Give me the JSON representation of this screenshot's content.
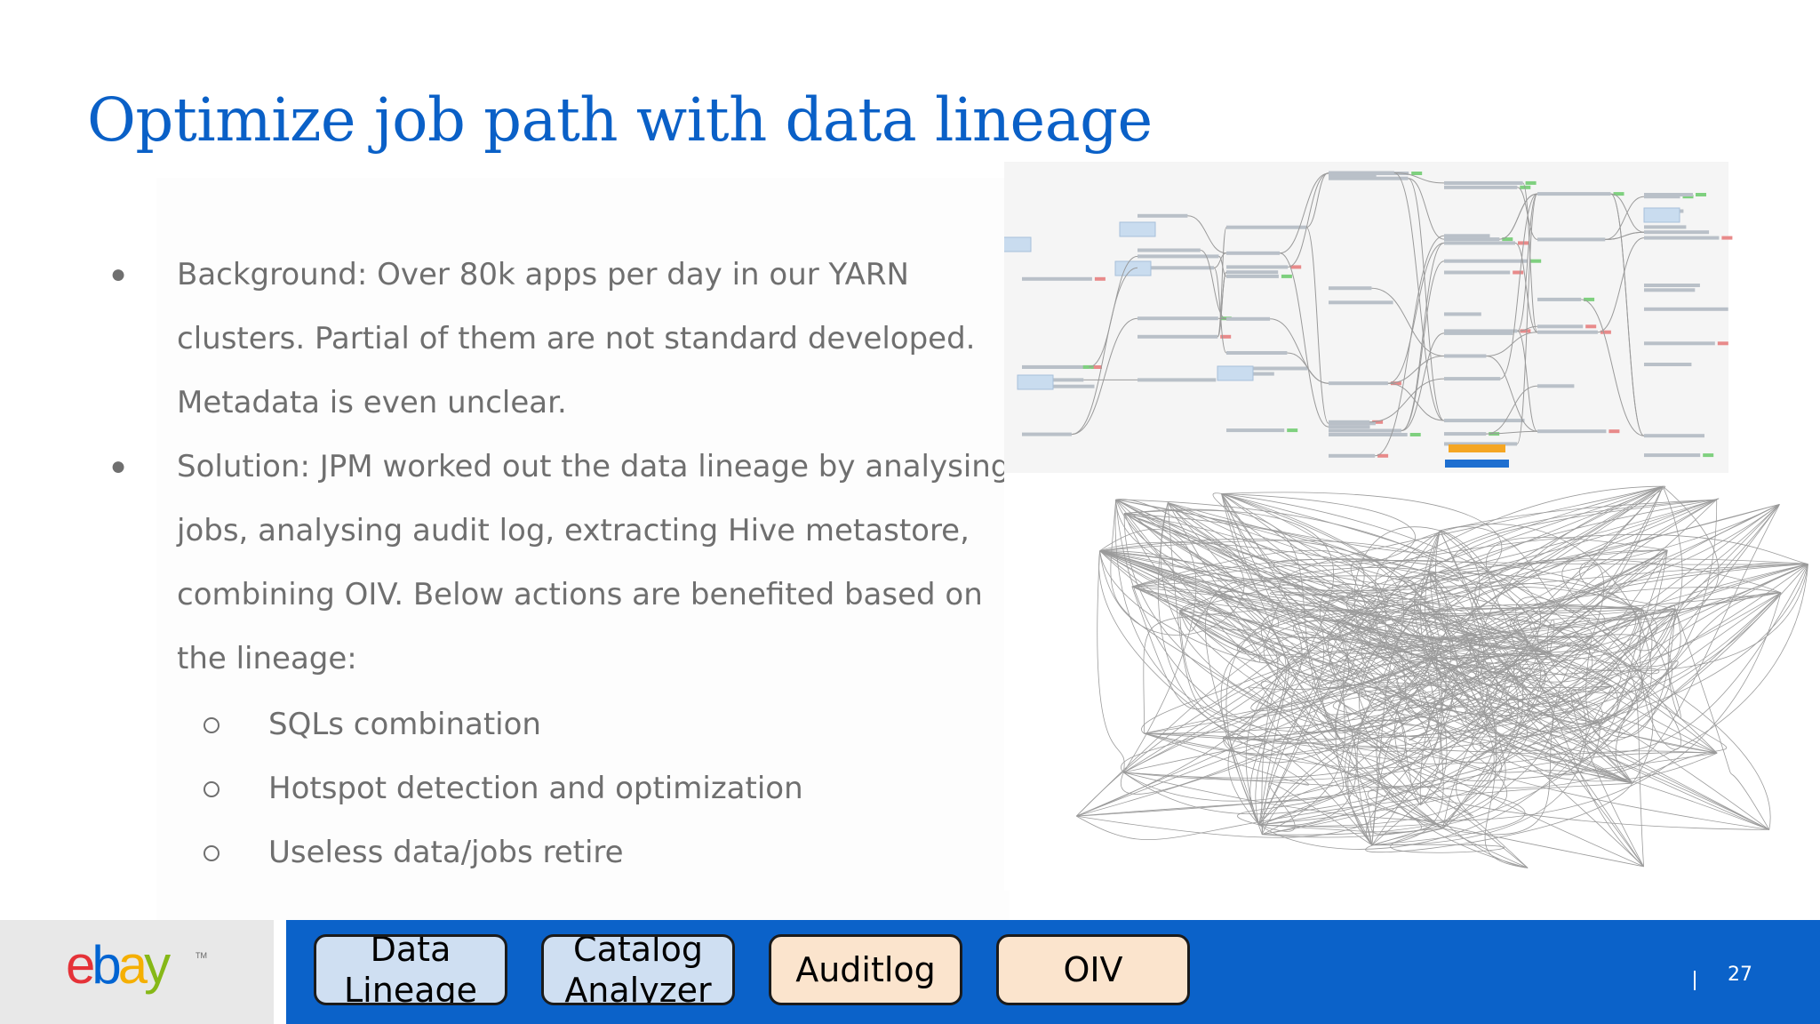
{
  "slide": {
    "title": "Optimize job path with data lineage",
    "bullets": [
      {
        "lines": [
          "Background: Over 80k apps per day in our YARN",
          "clusters. Partial of them are not standard developed.",
          "Metadata is even unclear."
        ]
      },
      {
        "lines": [
          "Solution: JPM worked out the data lineage by analysing",
          "jobs, analysing audit log, extracting Hive metastore,",
          "combining OIV. Below actions are benefited based on",
          "the lineage:"
        ]
      }
    ],
    "sub_bullets": [
      "SQLs combination",
      "Hotspot detection and optimization",
      "Useless data/jobs retire"
    ],
    "bullet_glyph": "●"
  },
  "footer": {
    "logo_text": "ebay",
    "logo_tm": "TM",
    "logo_colors": [
      "#e53238",
      "#0064d2",
      "#f5af02",
      "#86b817"
    ],
    "pills": [
      {
        "line1": "Data",
        "line2": "Lineage",
        "style": "blue"
      },
      {
        "line1": "Catalog",
        "line2": "Analyzer",
        "style": "blue"
      },
      {
        "line1": "Auditlog",
        "line2": "",
        "style": "peach"
      },
      {
        "line1": "OIV",
        "line2": "",
        "style": "peach"
      }
    ],
    "separator": "|",
    "page_number": "27",
    "bar_color": "#0b62c9"
  },
  "colors": {
    "title": "#0a60c7",
    "body_text": "#6f6f6f"
  }
}
